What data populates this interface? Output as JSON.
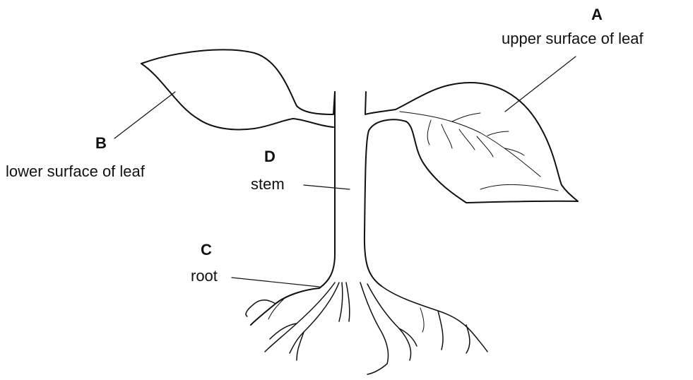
{
  "labels": {
    "a": {
      "letter": "A",
      "text": "upper surface of leaf"
    },
    "b": {
      "letter": "B",
      "text": "lower surface of leaf"
    },
    "c": {
      "letter": "C",
      "text": "root"
    },
    "d": {
      "letter": "D",
      "text": "stem"
    }
  },
  "colors": {
    "stroke": "#111111",
    "background": "#ffffff"
  }
}
